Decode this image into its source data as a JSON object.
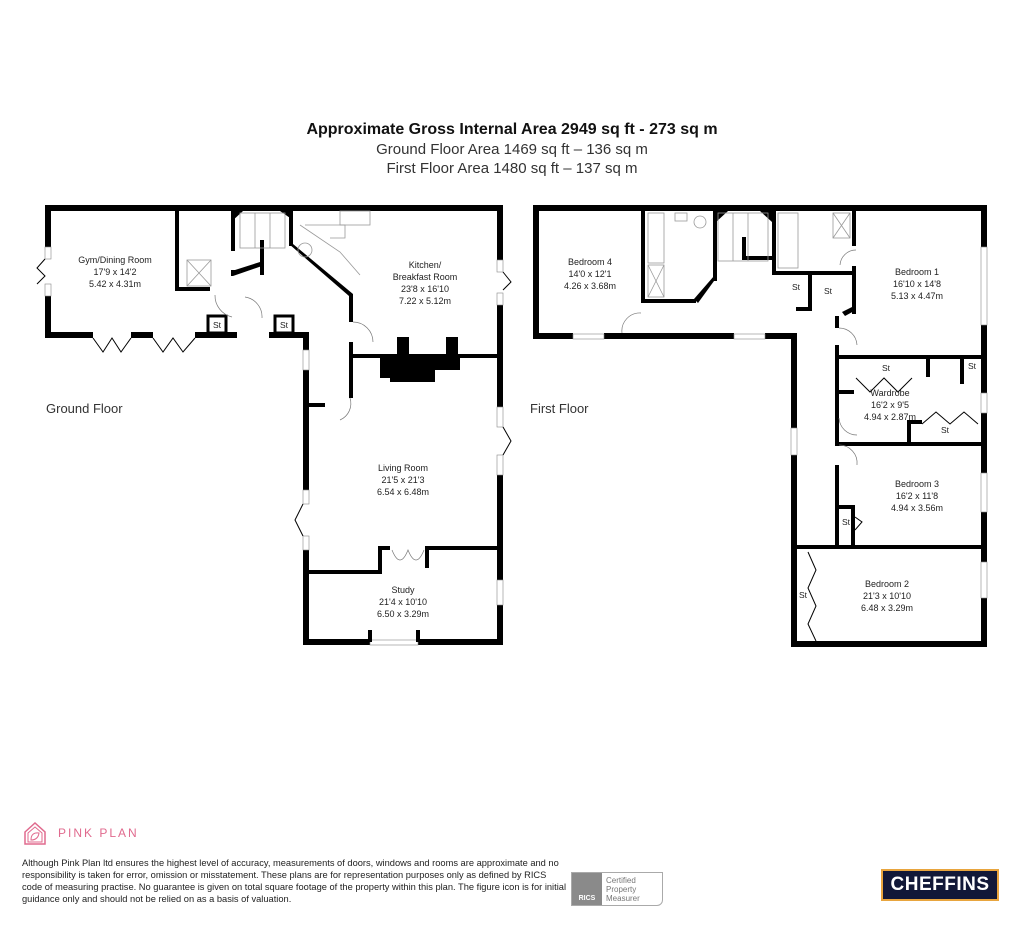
{
  "header": {
    "title": "Approximate Gross Internal Area 2949 sq ft - 273 sq m",
    "ground_area": "Ground Floor Area 1469 sq ft – 136 sq m",
    "first_area": "First Floor Area 1480 sq ft – 137 sq m"
  },
  "floors": {
    "ground": {
      "label": "Ground Floor",
      "rooms": [
        {
          "name": "Gym/Dining Room",
          "imperial": "17'9 x 14'2",
          "metric": "5.42 x 4.31m"
        },
        {
          "name": "Kitchen/",
          "name2": "Breakfast Room",
          "imperial": "23'8 x 16'10",
          "metric": "7.22 x 5.12m"
        },
        {
          "name": "Living Room",
          "imperial": "21'5 x 21'3",
          "metric": "6.54 x 6.48m"
        },
        {
          "name": "Study",
          "imperial": "21'4 x 10'10",
          "metric": "6.50 x 3.29m"
        }
      ],
      "storage_label": "St"
    },
    "first": {
      "label": "First Floor",
      "rooms": [
        {
          "name": "Bedroom 4",
          "imperial": "14'0 x 12'1",
          "metric": "4.26 x 3.68m"
        },
        {
          "name": "Bedroom 1",
          "imperial": "16'10 x 14'8",
          "metric": "5.13 x 4.47m"
        },
        {
          "name": "Wardrobe",
          "imperial": "16'2 x 9'5",
          "metric": "4.94 x 2.87m"
        },
        {
          "name": "Bedroom 3",
          "imperial": "16'2 x 11'8",
          "metric": "4.94 x 3.56m"
        },
        {
          "name": "Bedroom 2",
          "imperial": "21'3 x 10'10",
          "metric": "6.48 x 3.29m"
        }
      ],
      "storage_label": "St"
    }
  },
  "footer": {
    "brand": "PINK PLAN",
    "brand_color": "#e06a8e",
    "disclaimer": "Although Pink Plan ltd ensures the highest level of accuracy, measurements of doors, windows and rooms are approximate and no responsibility is taken for error, omission or misstatement. These plans are for representation purposes only as defined by RICS code of measuring practise. No guarantee is given on total square footage of the property within this plan. The figure icon is for initial guidance only and should not be relied on as a basis of valuation.",
    "rics": {
      "badge": "RICS",
      "line1": "Certified",
      "line2": "Property",
      "line3": "Measurer"
    },
    "agent": "CHEFFINS",
    "agent_bg": "#111838",
    "agent_border": "#e8a53e"
  }
}
